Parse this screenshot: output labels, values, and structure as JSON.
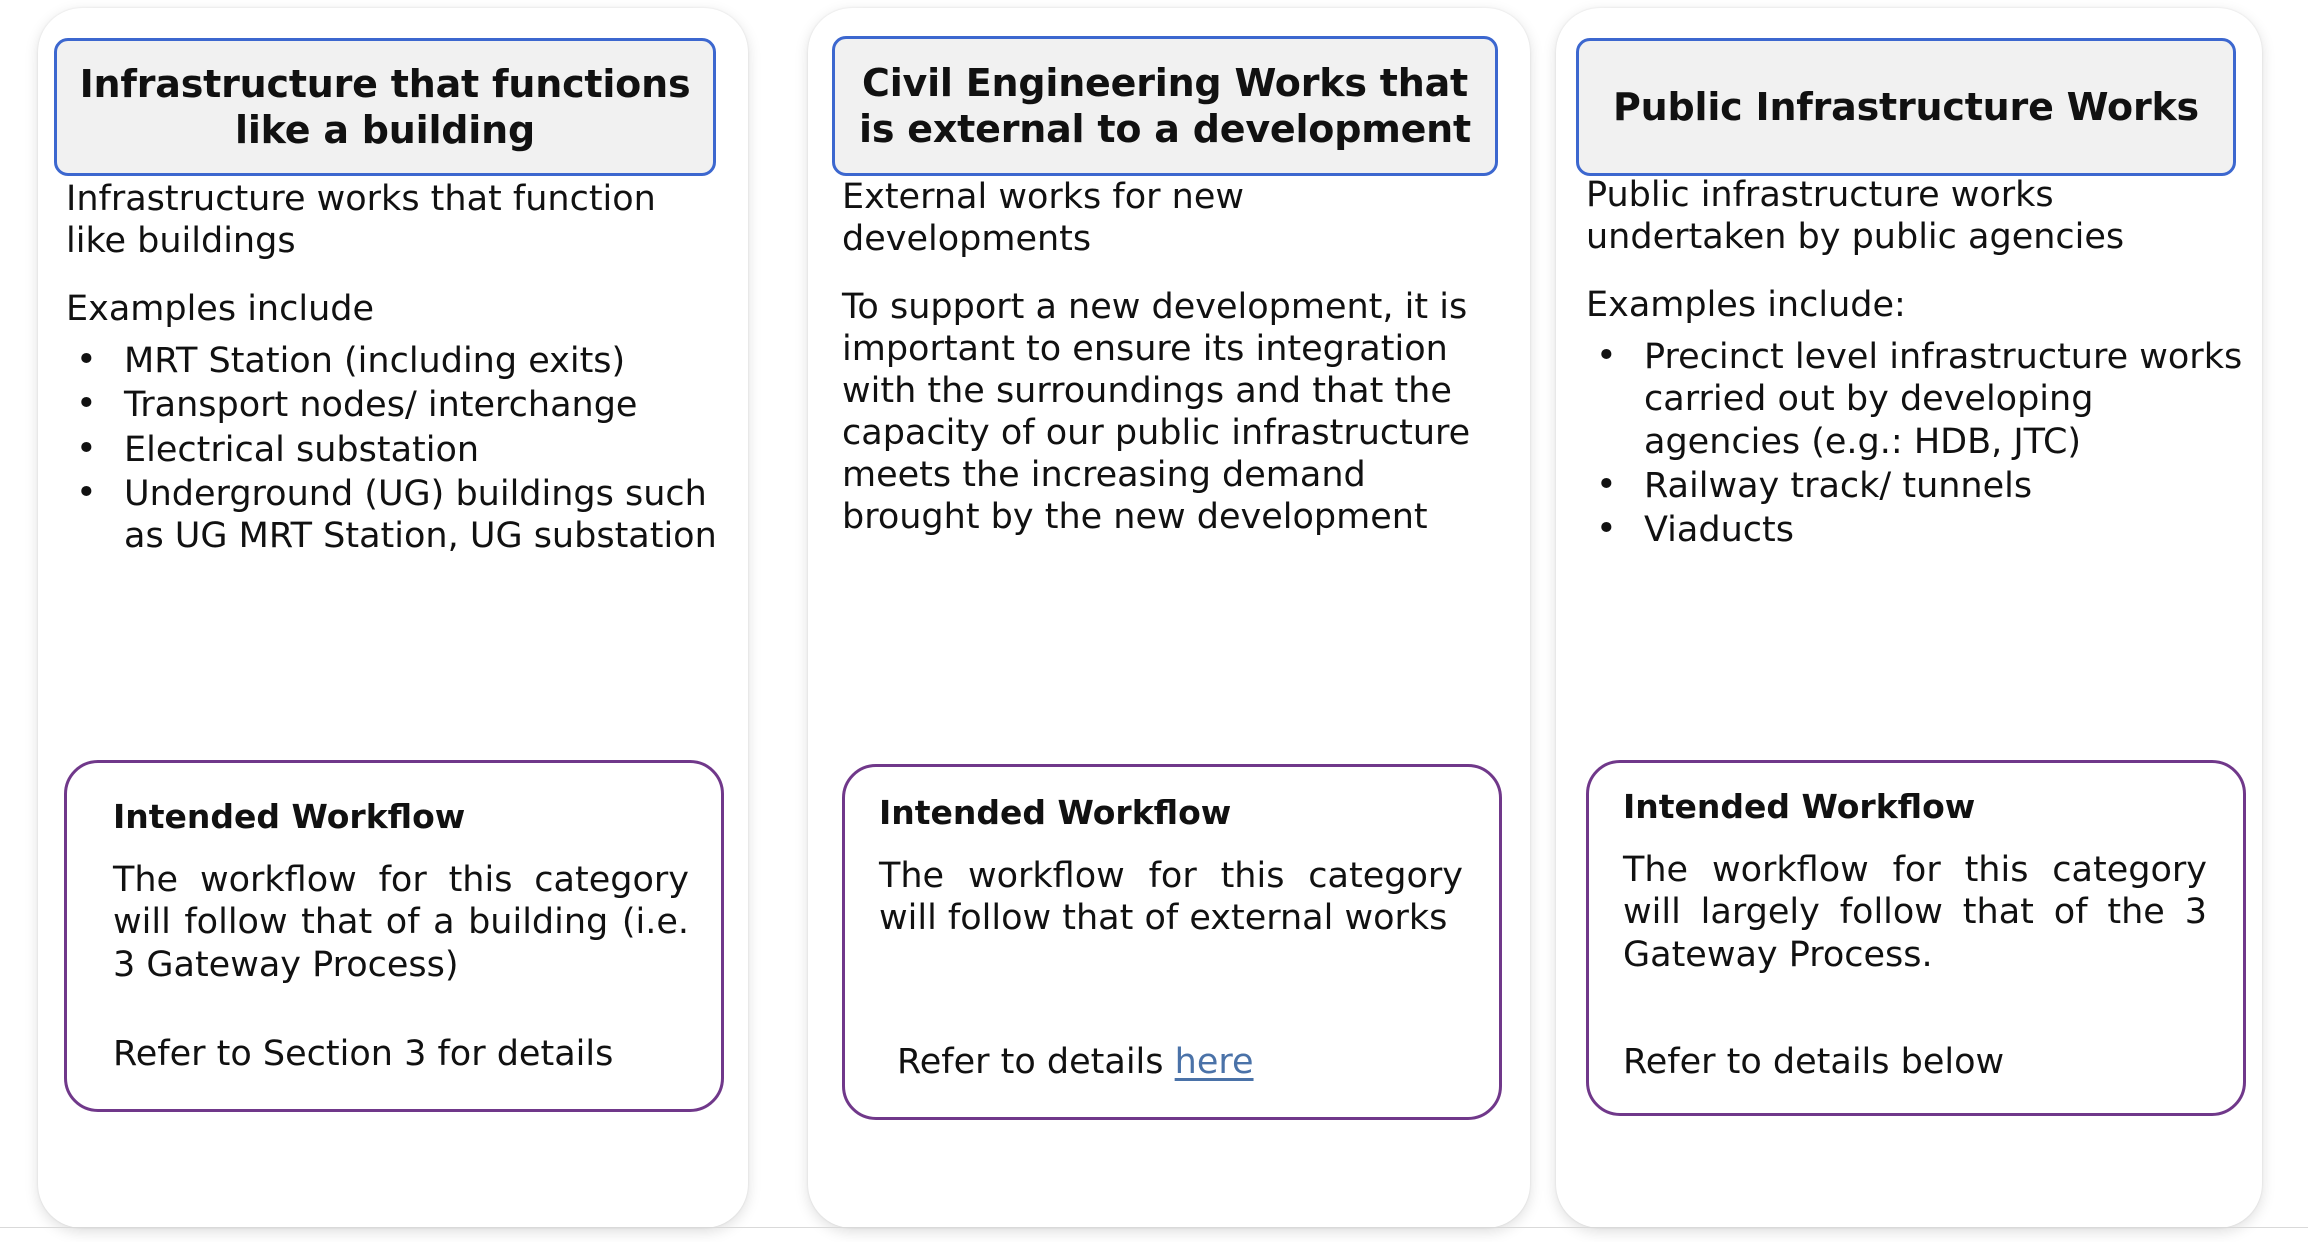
{
  "page": {
    "background_color": "#ffffff",
    "accent_header_border": "#3c67cf",
    "accent_header_fill": "#f1f1f1",
    "accent_workflow_border": "#70388a",
    "link_color": "#4a72a8"
  },
  "columns": [
    {
      "header": "Infrastructure that functions like a building",
      "intro": "Infrastructure works that function like buildings",
      "examples_label": "Examples include",
      "bullets": [
        "MRT Station (including exits)",
        "Transport nodes/ interchange",
        "Electrical substation",
        "Underground (UG) buildings such as UG MRT Station, UG substation"
      ],
      "workflow": {
        "title": "Intended Workflow",
        "body": "The workflow for this category will follow that of a building (i.e. 3 Gateway Process)",
        "footer_prefix": "Refer to Section 3 for details",
        "footer_link": "",
        "footer_suffix": ""
      }
    },
    {
      "header": "Civil Engineering Works that is external to a development",
      "intro": "External works for new developments",
      "examples_label": "",
      "paragraph": "To support a new development, it is important to ensure its integration with the surroundings and that the capacity of our public infrastructure meets the increasing demand brought by the new development",
      "bullets": [],
      "workflow": {
        "title": "Intended Workflow",
        "body": "The workflow for this category will follow that of external works",
        "footer_prefix": "Refer to details ",
        "footer_link": "here",
        "footer_suffix": ""
      }
    },
    {
      "header": "Public Infrastructure Works",
      "intro": "Public infrastructure works undertaken by public agencies",
      "examples_label": "Examples include:",
      "bullets": [
        "Precinct level infrastructure works carried out by developing agencies  (e.g.: HDB, JTC)",
        "Railway track/ tunnels",
        "Viaducts"
      ],
      "workflow": {
        "title": "Intended Workflow",
        "body": "The workflow for this category will largely follow that of the 3 Gateway Process.",
        "footer_prefix": "Refer to details below",
        "footer_link": "",
        "footer_suffix": ""
      }
    }
  ]
}
